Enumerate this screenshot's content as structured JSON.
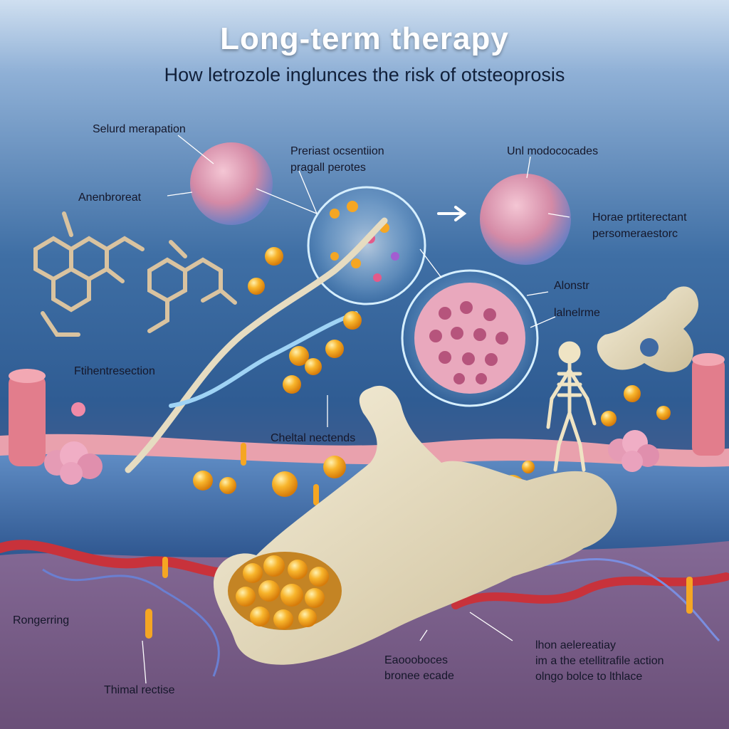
{
  "header": {
    "title": "Long-term  therapy",
    "subtitle": "How letrozole inglunces the risk of otsteoprosis"
  },
  "labels": {
    "l1": "Selurd merapation",
    "l2": "Anenbroreat",
    "l3": "Preriast ocsentiion",
    "l3b": "pragall perotes",
    "l4": "Unl modococades",
    "l5": "Horae prtiterectant",
    "l5b": "persomeraestorc",
    "l6": "Alonstr",
    "l7": "lalnelrme",
    "l8": "Ftihentresection",
    "l9": "Cheltal nectends",
    "l10": "Rongerring",
    "l11": "Thimal rectise",
    "l12": "Eaoooboces",
    "l12b": "bronee ecade",
    "l13": "lhon aelereatiay",
    "l13b": "im a the etellitrafile action",
    "l13c": "olngo bolce to lthlace"
  },
  "colors": {
    "bone": "#e9dfc2",
    "orb_orange": "#f5a623",
    "cell_pink": "#d98aa7",
    "vessel_red": "#c8323b",
    "tissue_blue": "#3e6fa8"
  }
}
